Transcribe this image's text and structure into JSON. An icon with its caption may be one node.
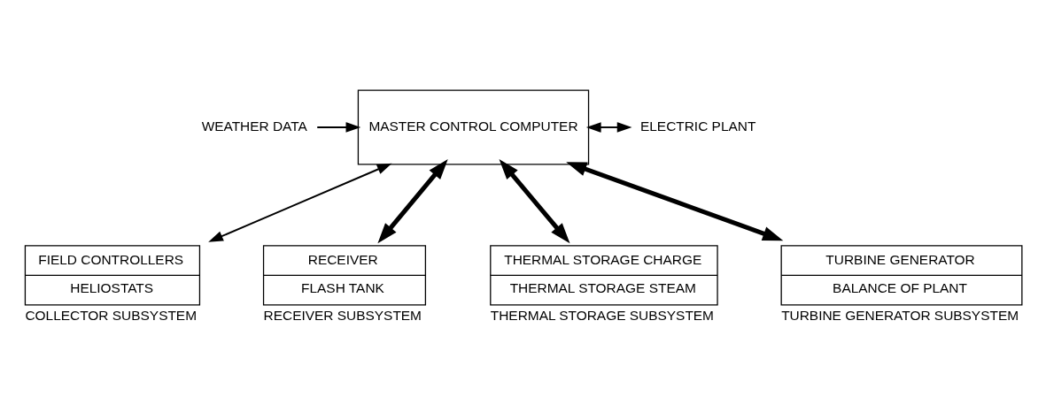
{
  "diagram": {
    "nodes": [
      {
        "text": [
          "MASTER CONTROL COMPUTER"
        ]
      },
      {
        "text": [
          "WEATHER DATA"
        ]
      },
      {
        "text": [
          "ELECTRIC PLANT"
        ]
      },
      {
        "text": [
          "FIELD CONTROLLERS",
          "HELIOSTATS"
        ],
        "beside": [
          "COLLECTOR SUBSYSTEM"
        ]
      },
      {
        "text": [
          "RECEIVER",
          "FLASH TANK"
        ],
        "beside": [
          "RECEIVER SUBSYSTEM"
        ]
      },
      {
        "text": [
          "THERMAL STORAGE CHARGE",
          "THERMAL STORAGE STEAM"
        ],
        "beside": [
          "THERMAL STORAGE SUBSYSTEM"
        ]
      },
      {
        "text": [
          "TURBINE GENERATOR",
          "BALANCE OF PLANT"
        ],
        "beside": [
          "TURBINE GENERATOR SUBSYSTEM"
        ]
      }
    ],
    "edges": [
      {
        "from": 1,
        "to": 0,
        "arrow": "to"
      },
      {
        "from": 0,
        "to": 2,
        "arrow": "both"
      },
      {
        "from": 0,
        "to": 3,
        "arrow": "both"
      },
      {
        "from": 0,
        "to": 4,
        "arrow": "both",
        "style": "thick"
      },
      {
        "from": 0,
        "to": 5,
        "arrow": "both",
        "style": "thick"
      },
      {
        "from": 0,
        "to": 6,
        "arrow": "both",
        "style": "thick"
      }
    ]
  }
}
